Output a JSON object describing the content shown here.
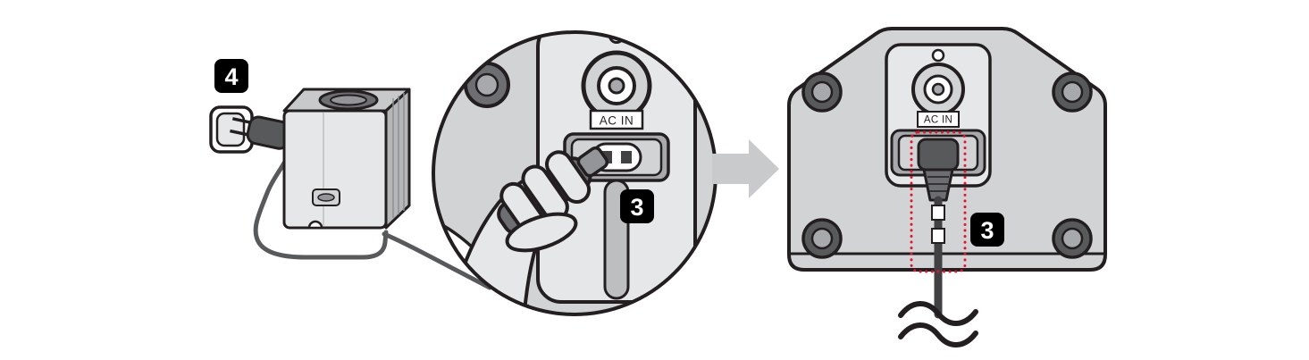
{
  "figure": {
    "badges": {
      "step4": "4",
      "step3_zoom": "3",
      "step3_panel": "3"
    },
    "labels": {
      "ac_in_zoom": "AC IN",
      "ac_in_panel": "AC IN"
    },
    "colors": {
      "outline": "#231f20",
      "panel_gray": "#d1d3d4",
      "panel_light": "#e6e7e8",
      "recess_gray": "#a7a9ac",
      "dark_gray": "#58595b",
      "plug_gray": "#6d6e71",
      "cable_dark": "#414042",
      "highlight_red": "#e8112d",
      "badge_bg": "#000000",
      "badge_text": "#ffffff",
      "arrow_gray": "#c8cacc"
    }
  }
}
